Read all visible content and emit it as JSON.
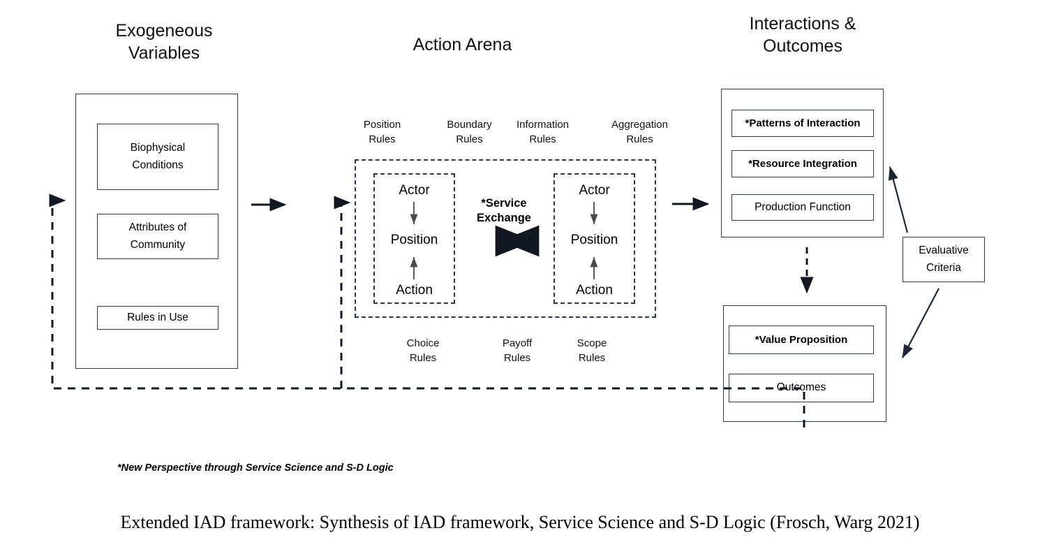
{
  "columns": {
    "left_title": "Exogeneous\nVariables",
    "center_title": "Action Arena",
    "right_title": "Interactions &\nOutcomes"
  },
  "exogenous": {
    "items": [
      {
        "label": "Biophysical\nConditions"
      },
      {
        "label": "Attributes of\nCommunity"
      },
      {
        "label": "Rules in Use"
      }
    ]
  },
  "action_arena": {
    "top_rules": [
      {
        "label": "Position\nRules"
      },
      {
        "label": "Boundary\nRules"
      },
      {
        "label": "Information\nRules"
      },
      {
        "label": "Aggregation\nRules"
      }
    ],
    "bottom_rules": [
      {
        "label": "Choice\nRules"
      },
      {
        "label": "Payoff\nRules"
      },
      {
        "label": "Scope\nRules"
      }
    ],
    "actor_left": {
      "actor": "Actor",
      "position": "Position",
      "action": "Action"
    },
    "actor_right": {
      "actor": "Actor",
      "position": "Position",
      "action": "Action"
    },
    "service_exchange": "*Service\nExchange"
  },
  "interactions": {
    "items": [
      {
        "label": "*Patterns of Interaction",
        "bold": true
      },
      {
        "label": "*Resource Integration",
        "bold": true
      },
      {
        "label": "Production Function",
        "bold": false
      }
    ]
  },
  "outcomes": {
    "items": [
      {
        "label": "*Value Proposition",
        "bold": true
      },
      {
        "label": "Outcomes",
        "bold": false
      }
    ]
  },
  "evaluative": {
    "label": "Evaluative\nCriteria"
  },
  "footnote": "*New Perspective through Service Science and S-D Logic",
  "caption": "Extended IAD framework: Synthesis of IAD framework, Service Science and S-D Logic (Frosch, Warg 2021)",
  "colors": {
    "border": "#2b3a4a",
    "text": "#000000",
    "background": "#ffffff"
  }
}
